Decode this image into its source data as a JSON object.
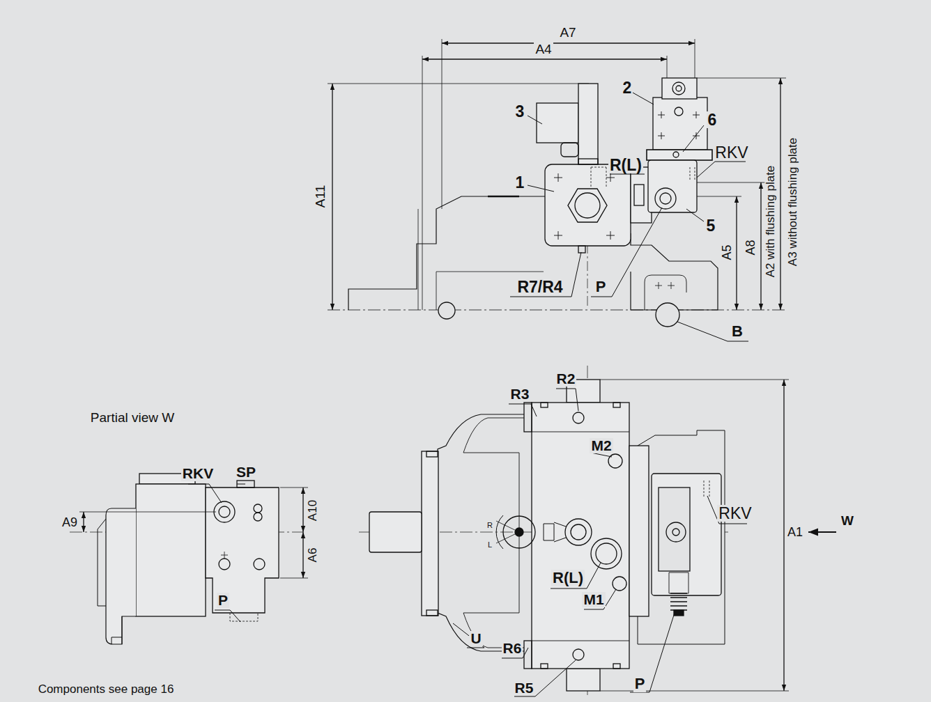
{
  "diagram": {
    "labels": [
      "A7",
      "A4",
      "A11",
      "3",
      "2",
      "R(L)",
      "6",
      "RKV",
      "1",
      "5",
      "A5",
      "A8",
      "A2 with flushing plate",
      "A3 without flushing plate",
      "R7/R4",
      "P",
      "B",
      "Partial view W",
      "R2",
      "R3",
      "M2",
      "RKV",
      "W",
      "A1",
      "RKV",
      "SP",
      "A9",
      "A10",
      "A6",
      "R",
      "L",
      "R(L)",
      "M1",
      "P",
      "U",
      "R6",
      "R5",
      "P",
      "Components see page 16"
    ]
  }
}
